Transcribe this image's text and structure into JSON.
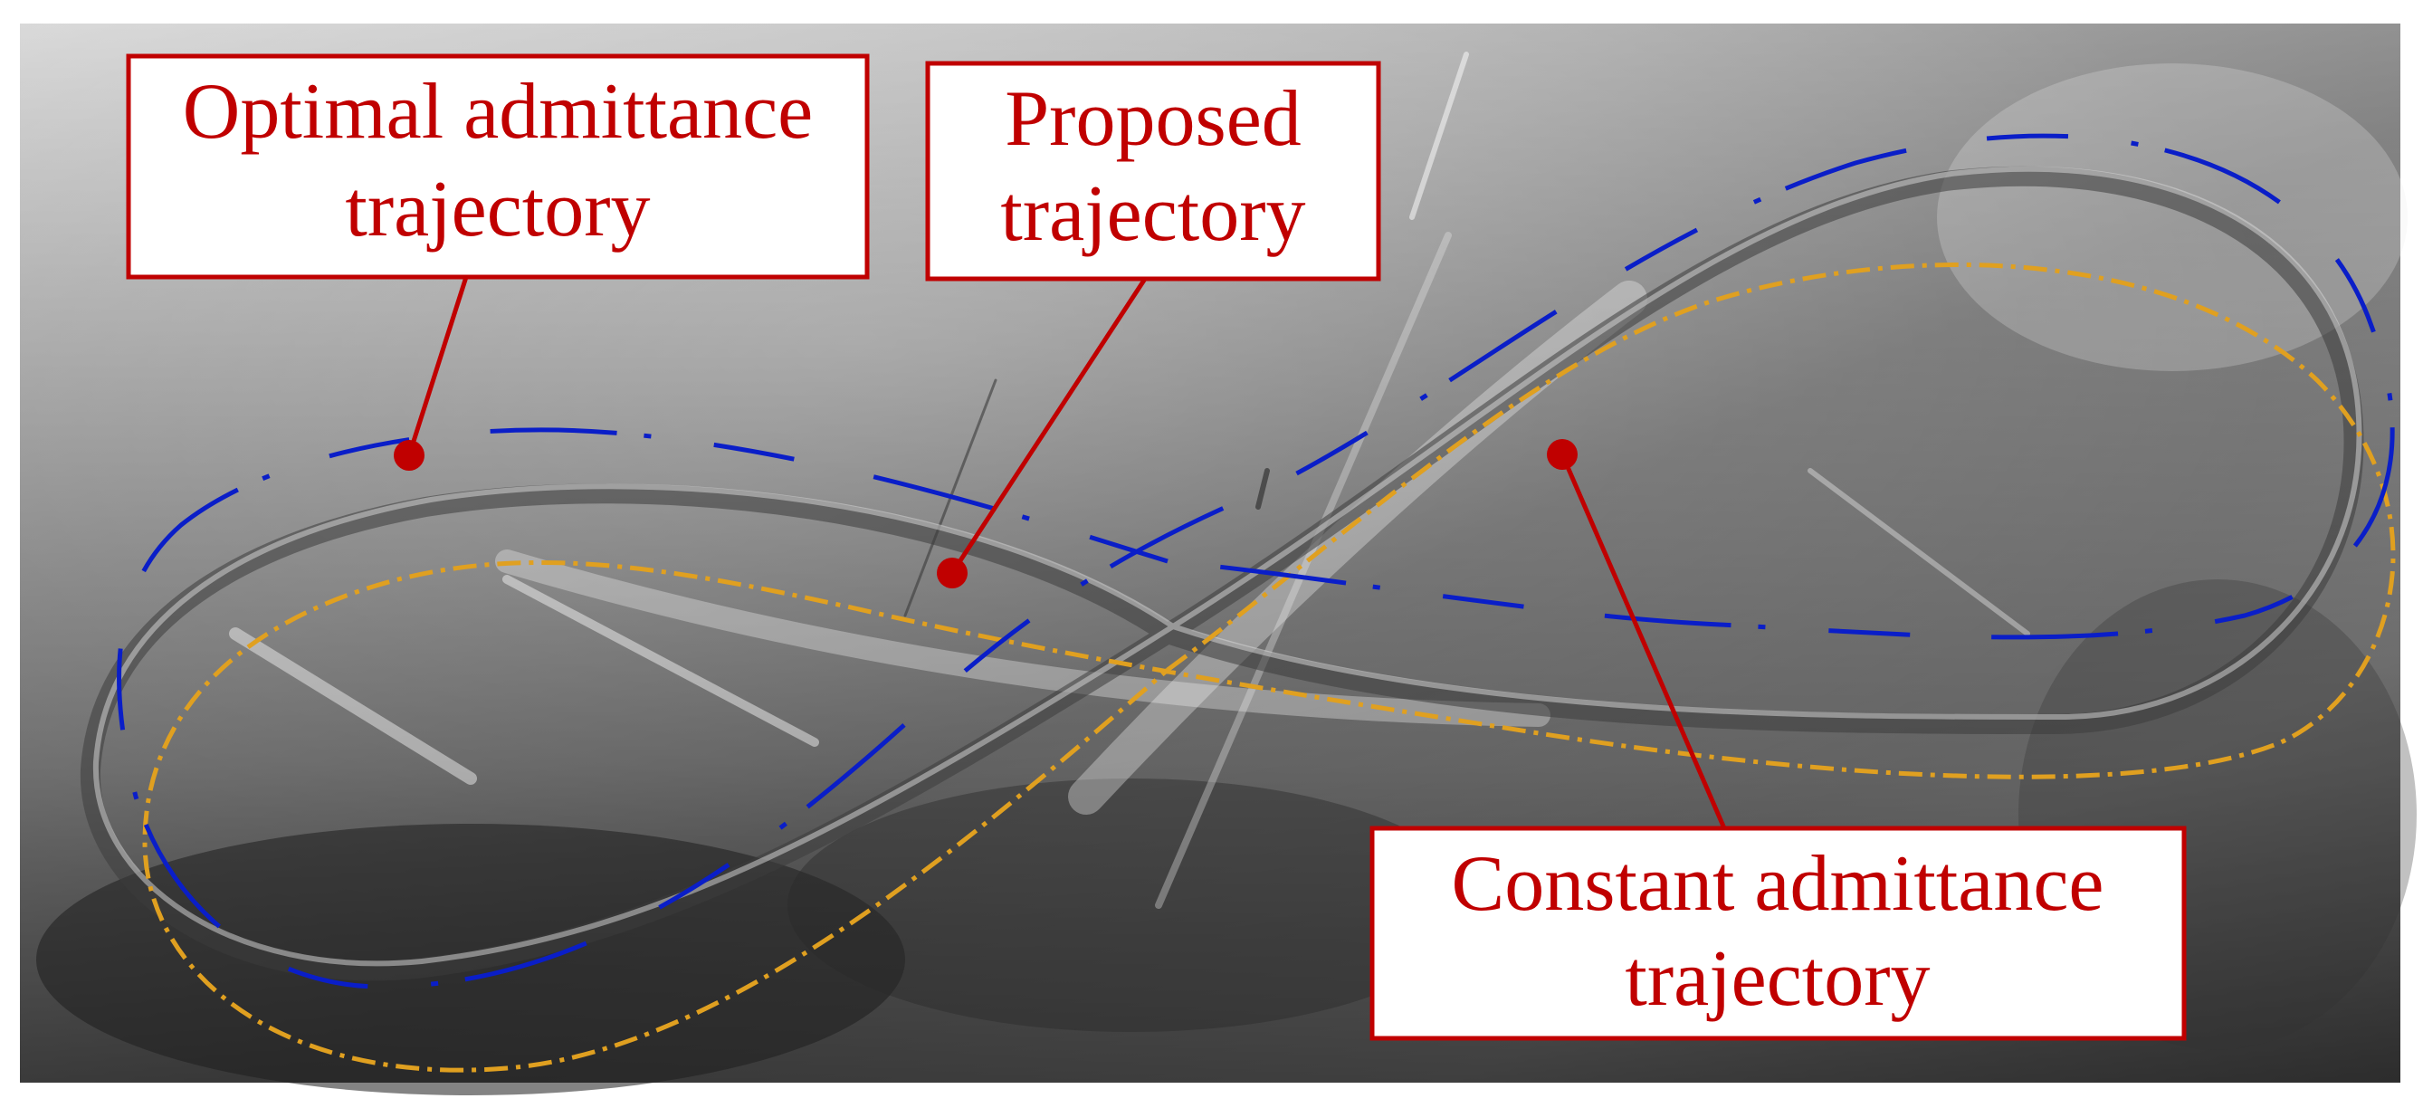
{
  "labels": {
    "optimal": {
      "line1": "Optimal admittance",
      "line2": "trajectory"
    },
    "proposed": {
      "line1": "Proposed",
      "line2": "trajectory"
    },
    "constant": {
      "line1": "Constant admittance",
      "line2": "trajectory"
    }
  },
  "colors": {
    "callout": "#c00000",
    "label_text": "#c00000",
    "optimal_trajectory": "#0a1ec8",
    "constant_trajectory": "#e0a020",
    "background_metal": "#8e8e8e"
  }
}
